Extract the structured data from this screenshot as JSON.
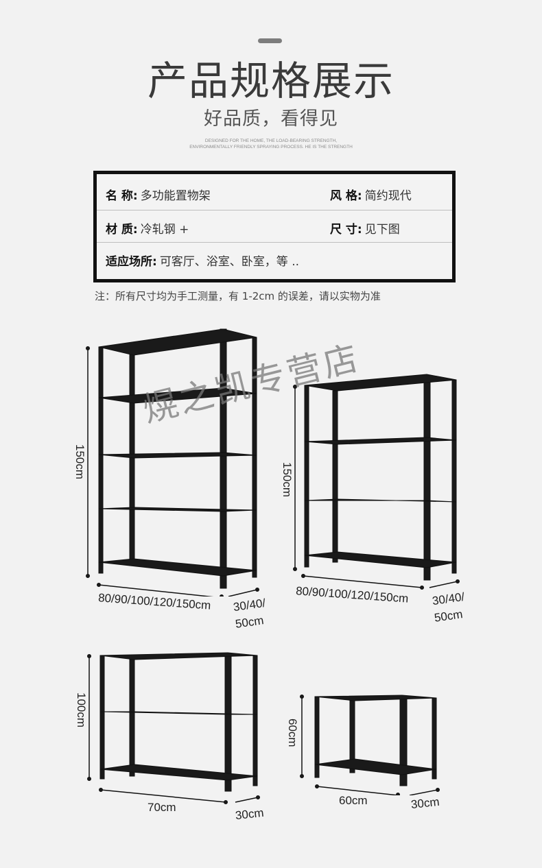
{
  "header": {
    "title": "产品规格展示",
    "subtitle": "好品质，看得见",
    "tagline_line1": "DESIGNED FOR THE HOME, THE LOAD-BEARING STRENGTH,",
    "tagline_line2": "ENVIRONMENTALLY FRIENDLY SPRAYING PROCESS. HE IS THE STRENGTH"
  },
  "specs": {
    "name_label": "名 称:",
    "name_value": "多功能置物架",
    "style_label": "风 格:",
    "style_value": "简约现代",
    "material_label": "材 质:",
    "material_value": "冷轧钢 +",
    "size_label": "尺 寸:",
    "size_value": "见下图",
    "usage_label": "适应场所:",
    "usage_value": "可客厅、浴室、卧室，等 .."
  },
  "note": "注：所有尺寸均为手工测量，有 1-2cm 的误差，请以实物为准",
  "watermark": "熀之凯专营店",
  "racks": [
    {
      "tiers": 5,
      "height_label": "150cm",
      "width_label": "80/90/100/120/150cm",
      "depth_label_1": "30/40/",
      "depth_label_2": "50cm"
    },
    {
      "tiers": 4,
      "height_label": "150cm",
      "width_label": "80/90/100/120/150cm",
      "depth_label_1": "30/40/",
      "depth_label_2": "50cm"
    },
    {
      "tiers": 3,
      "height_label": "100cm",
      "width_label": "70cm",
      "depth_label": "30cm"
    },
    {
      "tiers": 2,
      "height_label": "60cm",
      "width_label": "60cm",
      "depth_label": "30cm"
    }
  ]
}
